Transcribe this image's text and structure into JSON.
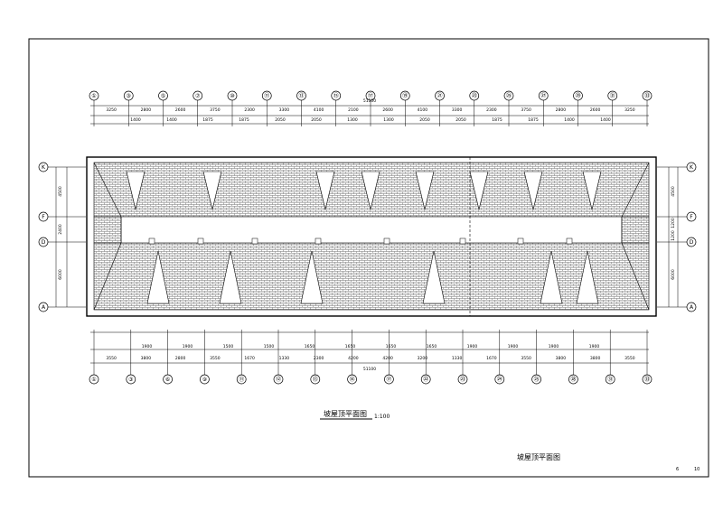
{
  "drawing": {
    "title": "坡屋顶平面图",
    "scale": "1:100",
    "sheet_caption": "坡屋顶平面图",
    "page_numbers": [
      "6",
      "10"
    ]
  },
  "axes": {
    "top": [
      "①",
      "③",
      "⑤",
      "⑦",
      "⑩",
      "⑪",
      "⑬",
      "⑮",
      "⑰",
      "⑲",
      "㉑",
      "㉓",
      "㉕",
      "㉗",
      "㉙",
      "㉛",
      "㉝"
    ],
    "bottom": [
      "①",
      "③",
      "⑥",
      "⑨",
      "⑪",
      "⑫",
      "⑬",
      "⑭",
      "⑰",
      "㉒",
      "㉓",
      "㉔",
      "㉕",
      "㉘",
      "㉛",
      "㉝"
    ],
    "left": [
      "K",
      "F",
      "D",
      "A"
    ],
    "right": [
      "K",
      "F",
      "D",
      "A"
    ]
  },
  "dimensions": {
    "top_total": "51100",
    "top_row1": [
      "3250",
      "2800",
      "2600",
      "3750",
      "2300",
      "3300",
      "4100",
      "2100",
      "2600",
      "4100",
      "3300",
      "2300",
      "3750",
      "2800",
      "2600",
      "3250"
    ],
    "top_row2": [
      "1400",
      "1400",
      "1875",
      "1875",
      "2050",
      "2050",
      "1300",
      "1300",
      "2050",
      "2050",
      "1875",
      "1875",
      "1400",
      "1400"
    ],
    "bottom_total": "51100",
    "bottom_row1": [
      "3550",
      "3800",
      "2800",
      "3550",
      "1670",
      "1330",
      "2300",
      "4200",
      "4200",
      "3200",
      "1330",
      "1670",
      "3550",
      "3800",
      "3800",
      "3550"
    ],
    "bottom_row2": [
      "1900",
      "1900",
      "1500",
      "1500",
      "1650",
      "1650",
      "1650",
      "1650",
      "1900",
      "1900",
      "1900",
      "1900"
    ],
    "left": [
      "4500",
      "2400",
      "6000"
    ],
    "right": [
      "4500",
      "1200",
      "1200",
      "6000"
    ]
  }
}
